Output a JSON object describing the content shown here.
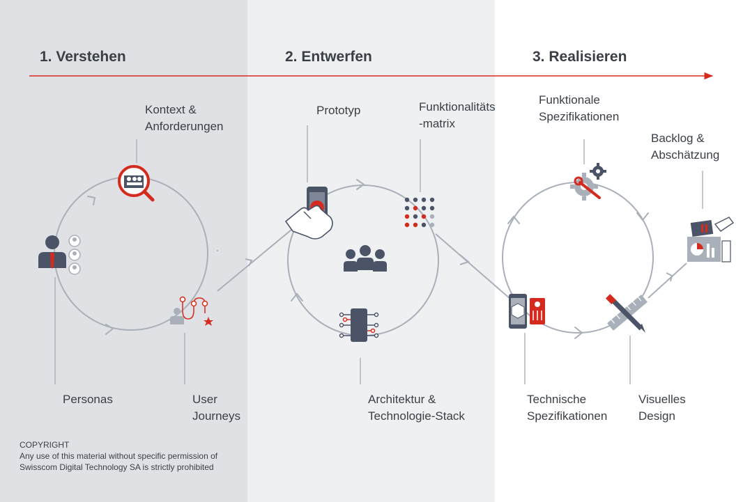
{
  "phases": [
    {
      "number": "1.",
      "title": "Verstehen"
    },
    {
      "number": "2.",
      "title": "Entwerfen"
    },
    {
      "number": "3.",
      "title": "Realisieren"
    }
  ],
  "labels": {
    "kontext": [
      "Kontext &",
      "Anforderungen"
    ],
    "personas": [
      "Personas"
    ],
    "user_journeys": [
      "User",
      "Journeys"
    ],
    "prototyp": [
      "Prototyp"
    ],
    "funktionalitaets": [
      "Funktionalitäts",
      "-matrix"
    ],
    "architektur": [
      "Architektur &",
      "Technologie-Stack"
    ],
    "funktionale": [
      "Funktionale",
      "Spezifikationen"
    ],
    "backlog": [
      "Backlog &",
      "Abschätzung"
    ],
    "technische": [
      "Technische",
      "Spezifikationen"
    ],
    "visuelles": [
      "Visuelles",
      "Design"
    ]
  },
  "copyright": {
    "heading": "COPYRIGHT",
    "line1": "Any use of this material without specific permission of",
    "line2": "Swisscom Digital Technology SA is strictly prohibited"
  },
  "colors": {
    "accent_red": "#d52b1e",
    "dark_slate": "#4a5466",
    "line_grey": "#a9b0ba",
    "text": "#3a3f46"
  },
  "icons": [
    "magnifier-people-icon",
    "persona-group-icon",
    "user-journey-path-icon",
    "touch-phone-icon",
    "dot-matrix-icon",
    "team-icon",
    "chip-icon",
    "gear-wrench-icon",
    "cube-phone-settings-icon",
    "pencil-ruler-icon",
    "charts-hand-icon"
  ]
}
